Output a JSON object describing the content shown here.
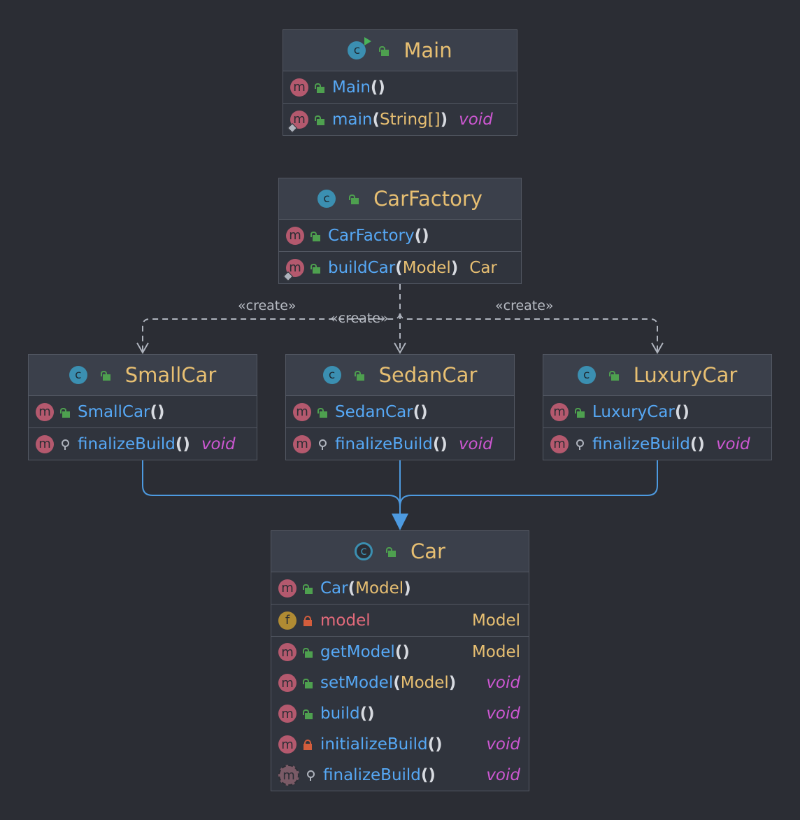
{
  "diagram": {
    "classes": {
      "main": {
        "name": "Main",
        "members": [
          {
            "icon": "m",
            "vis": "public",
            "name": "Main",
            "open": "(",
            "params": "",
            "close": ")",
            "type": ""
          },
          {
            "icon": "m",
            "vis": "public",
            "static": true,
            "name": "main",
            "open": "(",
            "params": "String[]",
            "close": ")",
            "type": "void"
          }
        ]
      },
      "car_factory": {
        "name": "CarFactory",
        "members": [
          {
            "icon": "m",
            "vis": "public",
            "name": "CarFactory",
            "open": "(",
            "params": "",
            "close": ")",
            "type": ""
          },
          {
            "icon": "m",
            "vis": "public",
            "static": true,
            "name": "buildCar",
            "open": "(",
            "params": "Model",
            "close": ")",
            "type": "Car"
          }
        ]
      },
      "small_car": {
        "name": "SmallCar",
        "members": [
          {
            "icon": "m",
            "vis": "public",
            "name": "SmallCar",
            "open": "(",
            "params": "",
            "close": ")",
            "type": ""
          },
          {
            "icon": "m",
            "vis": "protected",
            "name": "finalizeBuild",
            "open": "(",
            "params": "",
            "close": ")",
            "type": "void"
          }
        ]
      },
      "sedan_car": {
        "name": "SedanCar",
        "members": [
          {
            "icon": "m",
            "vis": "public",
            "name": "SedanCar",
            "open": "(",
            "params": "",
            "close": ")",
            "type": ""
          },
          {
            "icon": "m",
            "vis": "protected",
            "name": "finalizeBuild",
            "open": "(",
            "params": "",
            "close": ")",
            "type": "void"
          }
        ]
      },
      "luxury_car": {
        "name": "LuxuryCar",
        "members": [
          {
            "icon": "m",
            "vis": "public",
            "name": "LuxuryCar",
            "open": "(",
            "params": "",
            "close": ")",
            "type": ""
          },
          {
            "icon": "m",
            "vis": "protected",
            "name": "finalizeBuild",
            "open": "(",
            "params": "",
            "close": ")",
            "type": "void"
          }
        ]
      },
      "car": {
        "name": "Car",
        "constructors": [
          {
            "icon": "m",
            "vis": "public",
            "name": "Car",
            "open": "(",
            "params": "Model",
            "close": ")",
            "type": ""
          }
        ],
        "fields": [
          {
            "icon": "f",
            "vis": "private",
            "name": "model",
            "open": "",
            "params": "",
            "close": "",
            "type": "Model"
          }
        ],
        "methods": [
          {
            "icon": "m",
            "vis": "public",
            "name": "getModel",
            "open": "(",
            "params": "",
            "close": ")",
            "type": "Model"
          },
          {
            "icon": "m",
            "vis": "public",
            "name": "setModel",
            "open": "(",
            "params": "Model",
            "close": ")",
            "type": "void"
          },
          {
            "icon": "m",
            "vis": "public",
            "name": "build",
            "open": "(",
            "params": "",
            "close": ")",
            "type": "void"
          },
          {
            "icon": "m",
            "vis": "private",
            "name": "initializeBuild",
            "open": "(",
            "params": "",
            "close": ")",
            "type": "void"
          },
          {
            "icon": "m",
            "vis": "protected",
            "abstract": true,
            "name": "finalizeBuild",
            "open": "(",
            "params": "",
            "close": ")",
            "type": "void"
          }
        ]
      }
    },
    "edges": {
      "create_small": "«create»",
      "create_sedan": "«create»",
      "create_luxury": "«create»"
    },
    "icons": {
      "class_letter": "c",
      "method_letter": "m",
      "field_letter": "f"
    },
    "colors": {
      "background": "#2b2d34",
      "class_name": "#e7bf72",
      "method_name": "#56a8f5",
      "field_name": "#e36a7b",
      "void_keyword": "#cc57d1",
      "inheritance_arrow": "#4d9ae0",
      "dependency_arrow": "#aeb3bd"
    }
  }
}
